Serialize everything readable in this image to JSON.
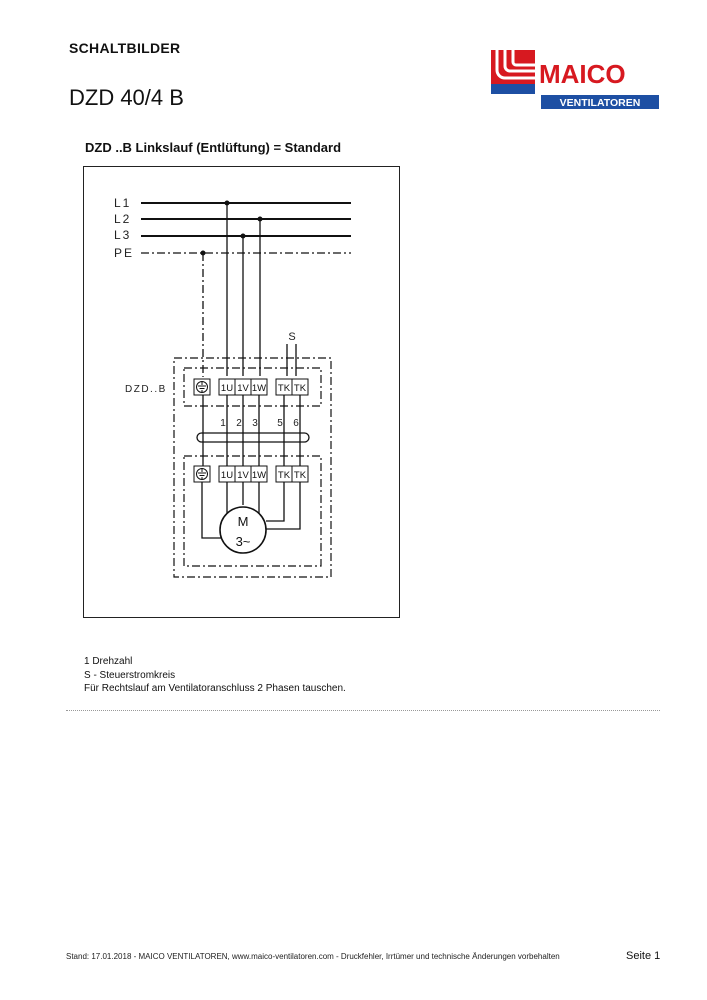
{
  "header": {
    "section_label": "SCHALTBILDER",
    "title": "DZD 40/4 B"
  },
  "logo": {
    "brand": "MAICO",
    "sub": "VENTILATOREN",
    "colors": {
      "red": "#d71920",
      "blue": "#1d4fa3"
    }
  },
  "diagram": {
    "heading": "DZD ..B Linkslauf (Entlüftung) = Standard",
    "lines": [
      "L1",
      "L2",
      "L3",
      "PE"
    ],
    "control_label": "S",
    "device_label": "DZD..B",
    "terminals_top": [
      "1U",
      "1V",
      "1W",
      "TK",
      "TK"
    ],
    "terminals_bottom": [
      "1U",
      "1V",
      "1W",
      "TK",
      "TK"
    ],
    "cable_numbers": [
      "1",
      "2",
      "3",
      "5",
      "6"
    ],
    "motor": {
      "line1": "M",
      "line2": "3~"
    }
  },
  "notes": [
    "1 Drehzahl",
    "S - Steuerstromkreis",
    "Für Rechtslauf am Ventilatoranschluss 2 Phasen tauschen."
  ],
  "footer": {
    "text": "Stand: 17.01.2018 - MAICO VENTILATOREN, www.maico-ventilatoren.com - Druckfehler, Irrtümer und technische Änderungen vorbehalten",
    "page": "Seite 1"
  }
}
